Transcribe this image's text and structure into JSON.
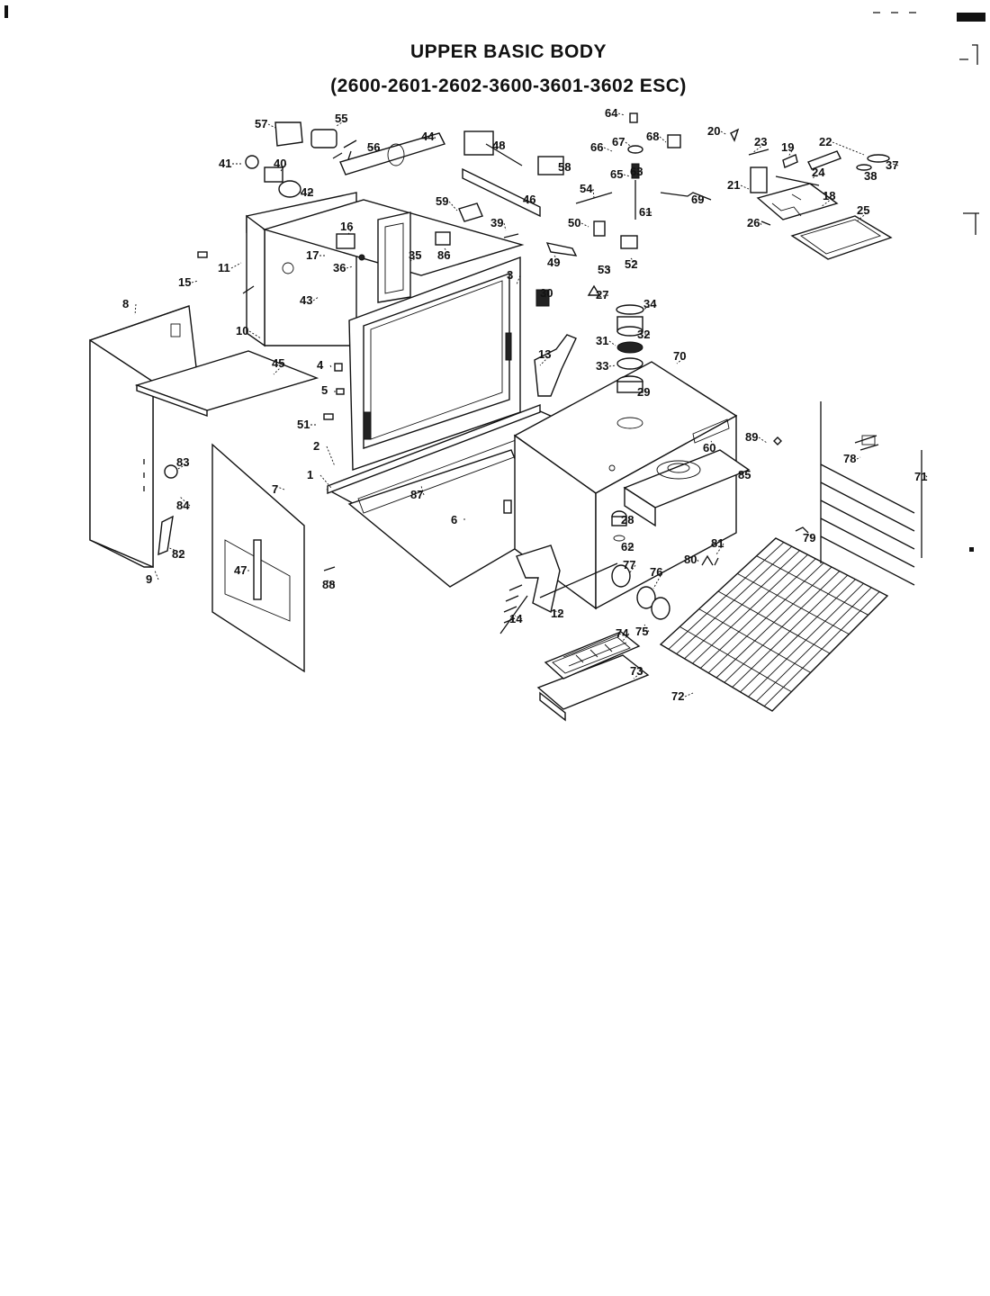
{
  "title": {
    "line1": "UPPER BASIC BODY",
    "line2": "(2600-2601-2602-3600-3601-3602 ESC)"
  },
  "callouts": [
    "1",
    "2",
    "3",
    "4",
    "5",
    "6",
    "7",
    "8",
    "9",
    "10",
    "11",
    "12",
    "13",
    "14",
    "15",
    "16",
    "17",
    "18",
    "19",
    "20",
    "21",
    "22",
    "23",
    "24",
    "25",
    "26",
    "27",
    "28",
    "29",
    "30",
    "31",
    "32",
    "33",
    "34",
    "35",
    "36",
    "37",
    "38",
    "39",
    "40",
    "41",
    "42",
    "43",
    "44",
    "45",
    "46",
    "47",
    "48",
    "49",
    "50",
    "51",
    "52",
    "53",
    "54",
    "55",
    "56",
    "57",
    "58",
    "59",
    "60",
    "61",
    "62",
    "63",
    "64",
    "65",
    "66",
    "67",
    "68",
    "69",
    "70",
    "71",
    "72",
    "73",
    "74",
    "75",
    "76",
    "77",
    "78",
    "79",
    "80",
    "81",
    "82",
    "83",
    "84",
    "85",
    "86",
    "87",
    "88",
    "89"
  ]
}
